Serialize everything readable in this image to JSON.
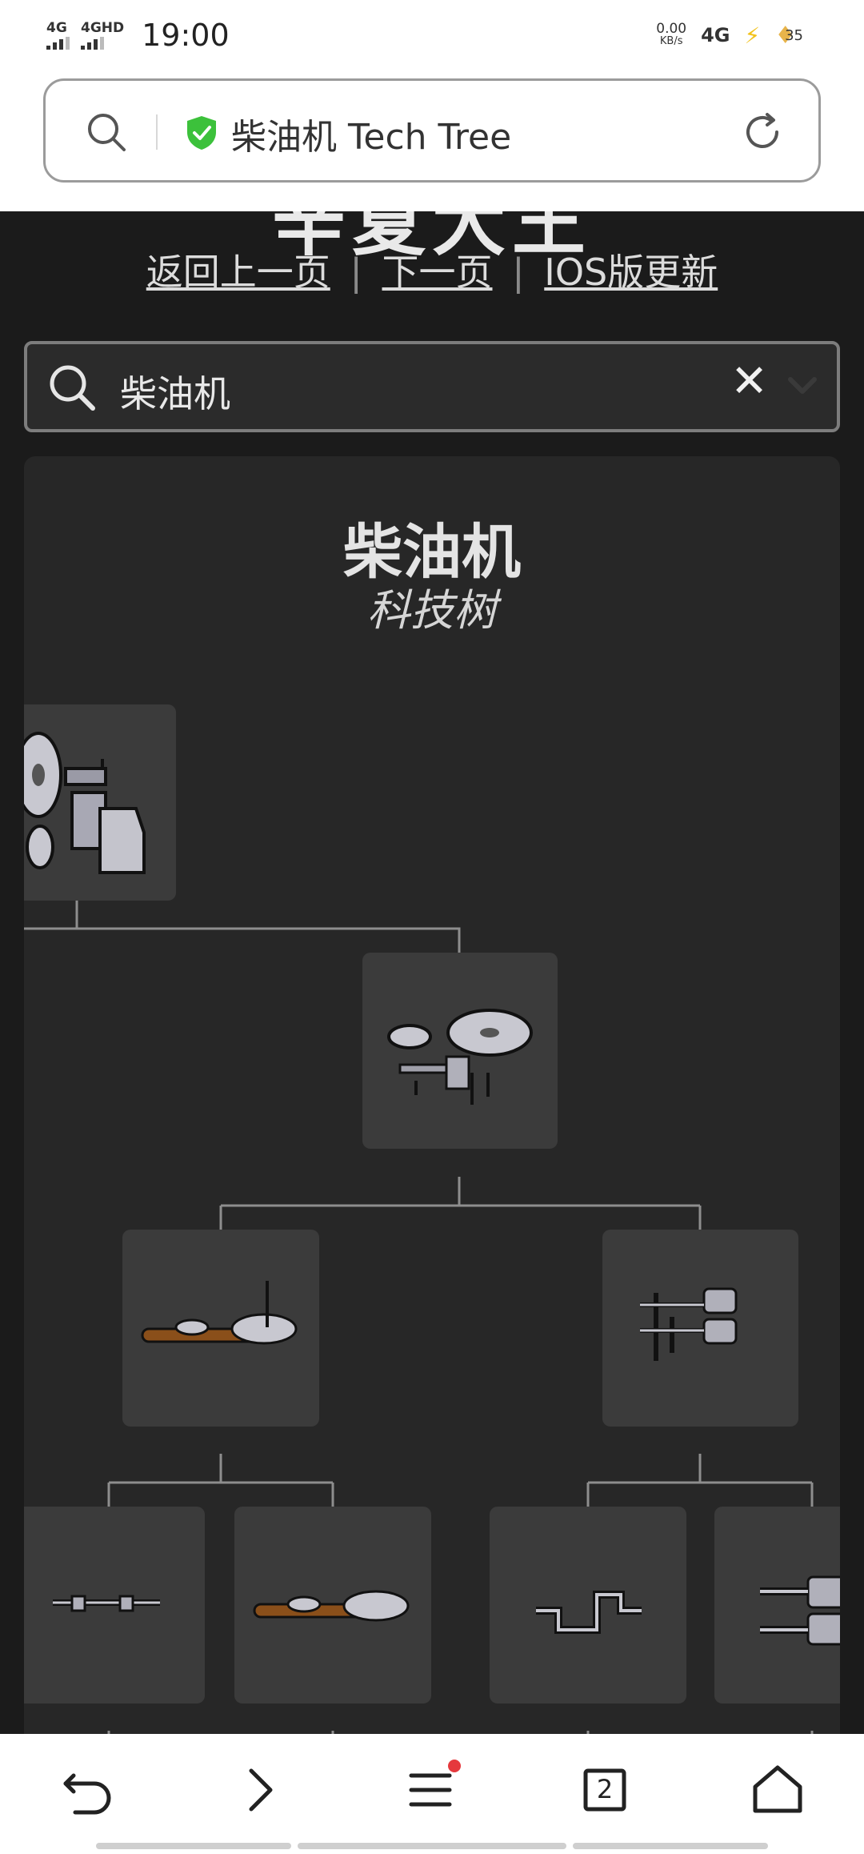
{
  "status_bar": {
    "signal1": "4G",
    "signal2": "4GHD",
    "time": "19:00",
    "net_speed_value": "0.00",
    "net_speed_unit": "KB/s",
    "network_type": "4G",
    "battery": "35"
  },
  "address_bar": {
    "title": "柴油机 Tech Tree"
  },
  "page": {
    "site_title": "辛夏大王",
    "nav": {
      "back": "返回上一页",
      "sep": "|",
      "next": "下一页",
      "ios": "IOS版更新"
    },
    "search": {
      "query": "柴油机",
      "clear": "✕"
    },
    "tree": {
      "title": "柴油机",
      "subtitle": "科技树",
      "nodes": [
        {
          "name": "diesel-engine"
        },
        {
          "name": "pulley-assembly"
        },
        {
          "name": "drive-belt-shaft"
        },
        {
          "name": "crankshaft-pistons"
        },
        {
          "name": "flywheel-shaft"
        },
        {
          "name": "belt-shaft"
        },
        {
          "name": "crankshaft"
        },
        {
          "name": "piston-cylinders"
        }
      ]
    }
  },
  "bottom_nav": {
    "tabs_count": "2"
  }
}
